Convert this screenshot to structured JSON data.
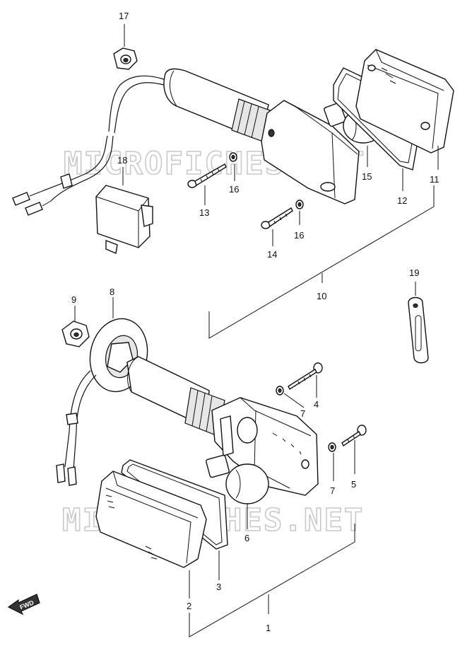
{
  "watermark": "MICROFICHES.NET",
  "fwd_label": "FWD",
  "labels": {
    "p1": "1",
    "p2": "2",
    "p3": "3",
    "p4": "4",
    "p5": "5",
    "p6": "6",
    "p7a": "7",
    "p7b": "7",
    "p8": "8",
    "p9": "9",
    "p10": "10",
    "p11": "11",
    "p12": "12",
    "p13": "13",
    "p14": "14",
    "p15": "15",
    "p16a": "16",
    "p16b": "16",
    "p17": "17",
    "p18": "18",
    "p19": "19"
  }
}
